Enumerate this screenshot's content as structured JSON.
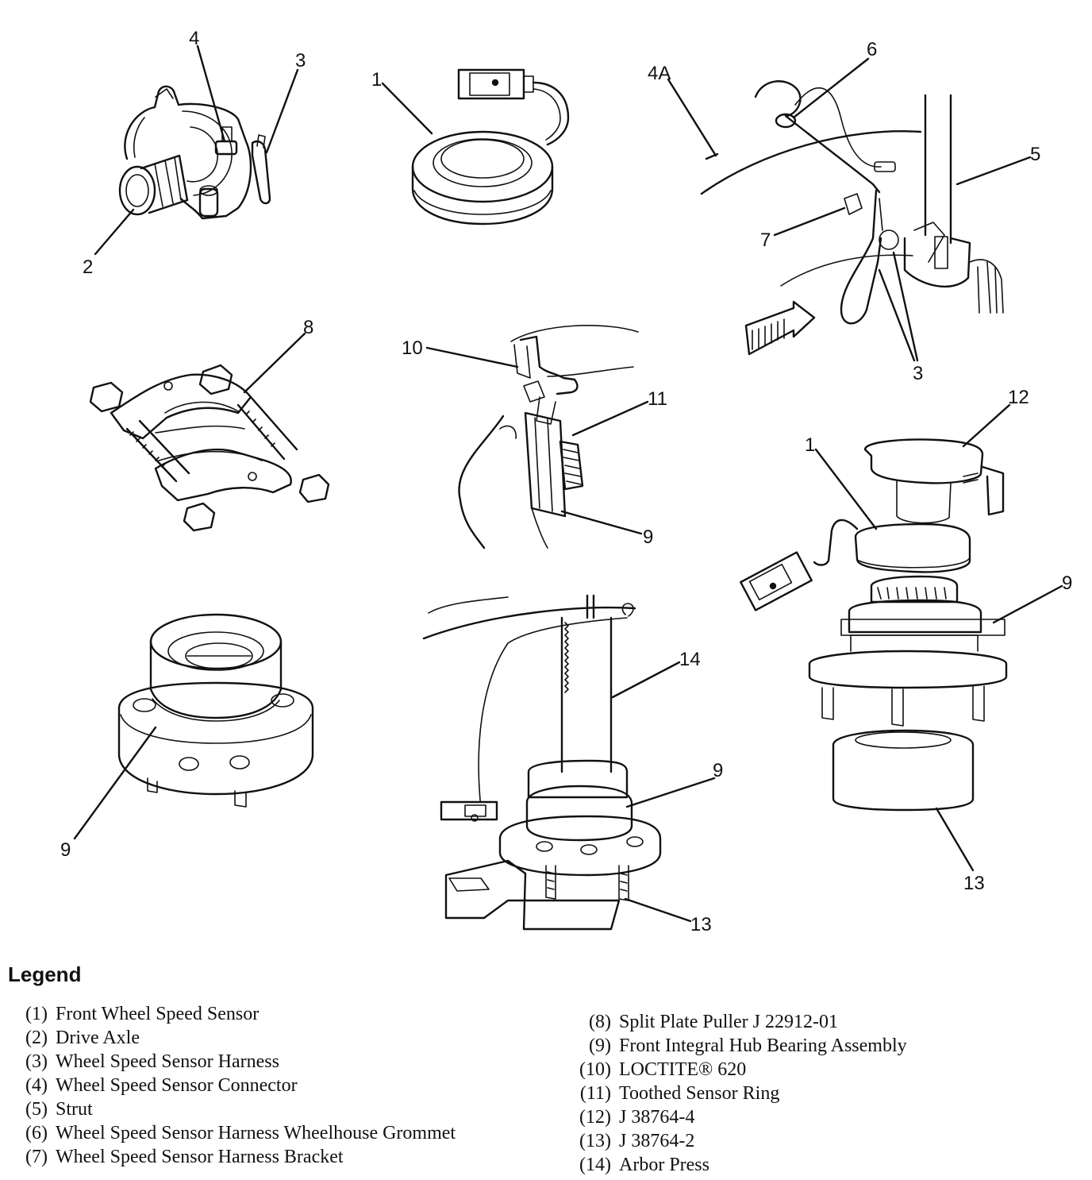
{
  "callouts": {
    "c1a": "1",
    "c2": "2",
    "c3a": "3",
    "c4": "4",
    "c4a": "4A",
    "c5": "5",
    "c6": "6",
    "c7": "7",
    "c3b": "3",
    "c8": "8",
    "c10": "10",
    "c11": "11",
    "c9a": "9",
    "c12": "12",
    "c1b": "1",
    "c9b": "9",
    "c9c": "9",
    "c14": "14",
    "c9d": "9",
    "c13a": "13",
    "c13b": "13"
  },
  "legend": {
    "title": "Legend",
    "left": [
      {
        "num": "(1)",
        "text": "Front Wheel Speed Sensor"
      },
      {
        "num": "(2)",
        "text": "Drive Axle"
      },
      {
        "num": "(3)",
        "text": "Wheel Speed Sensor Harness"
      },
      {
        "num": "(4)",
        "text": "Wheel Speed Sensor Connector"
      },
      {
        "num": "(5)",
        "text": "Strut"
      },
      {
        "num": "(6)",
        "text": "Wheel Speed Sensor Harness Wheelhouse Grommet"
      },
      {
        "num": "(7)",
        "text": "Wheel Speed Sensor Harness Bracket"
      }
    ],
    "right": [
      {
        "num": "(8)",
        "text": "Split Plate Puller J 22912-01"
      },
      {
        "num": "(9)",
        "text": "Front Integral Hub Bearing Assembly"
      },
      {
        "num": "(10)",
        "text": "LOCTITE® 620"
      },
      {
        "num": "(11)",
        "text": "Toothed Sensor Ring"
      },
      {
        "num": "(12)",
        "text": "J 38764-4"
      },
      {
        "num": "(13)",
        "text": "J 38764-2"
      },
      {
        "num": "(14)",
        "text": "Arbor Press"
      }
    ]
  }
}
